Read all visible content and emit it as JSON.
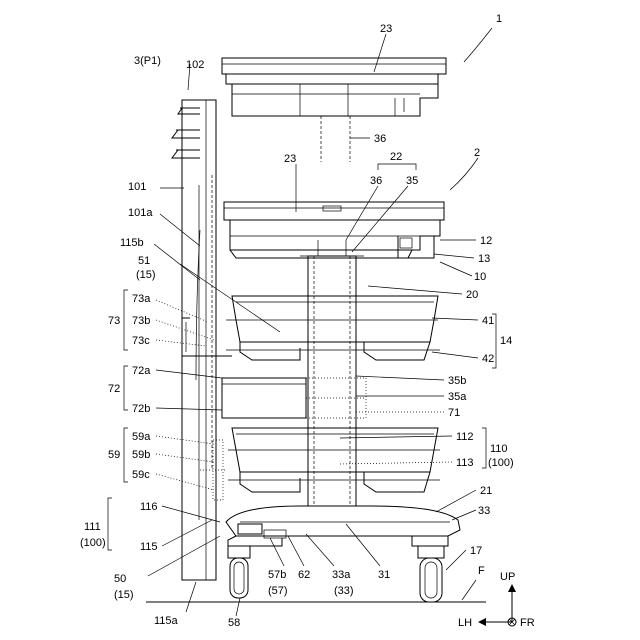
{
  "labels": {
    "n1": "1",
    "n2": "2",
    "n3": "3(P1)",
    "n102": "102",
    "n23a": "23",
    "n23b": "23",
    "n36a": "36",
    "n36b": "36",
    "n35": "35",
    "n22": "22",
    "n101": "101",
    "n101a": "101a",
    "n115b": "115b",
    "n51": "51",
    "n15a": "(15)",
    "n12": "12",
    "n13": "13",
    "n10": "10",
    "n20": "20",
    "n73": "73",
    "n73a": "73a",
    "n73b": "73b",
    "n73c": "73c",
    "n41": "41",
    "n14": "14",
    "n42": "42",
    "n72": "72",
    "n72a": "72a",
    "n72b": "72b",
    "n35b": "35b",
    "n35a": "35a",
    "n71": "71",
    "n59": "59",
    "n59a": "59a",
    "n59b": "59b",
    "n59c": "59c",
    "n112": "112",
    "n110": "110",
    "n100a": "(100)",
    "n113": "113",
    "n21": "21",
    "n33": "33",
    "n116": "116",
    "n111": "111",
    "n100b": "(100)",
    "n115": "115",
    "n17": "17",
    "n50": "50",
    "n15b": "(15)",
    "n57b": "57b",
    "n57": "(57)",
    "n62": "62",
    "n33a": "33a",
    "n33b": "(33)",
    "n31": "31",
    "nF": "F",
    "nUP": "UP",
    "n115a": "115a",
    "n58": "58",
    "nLH": "LH",
    "nFR": "FR"
  }
}
